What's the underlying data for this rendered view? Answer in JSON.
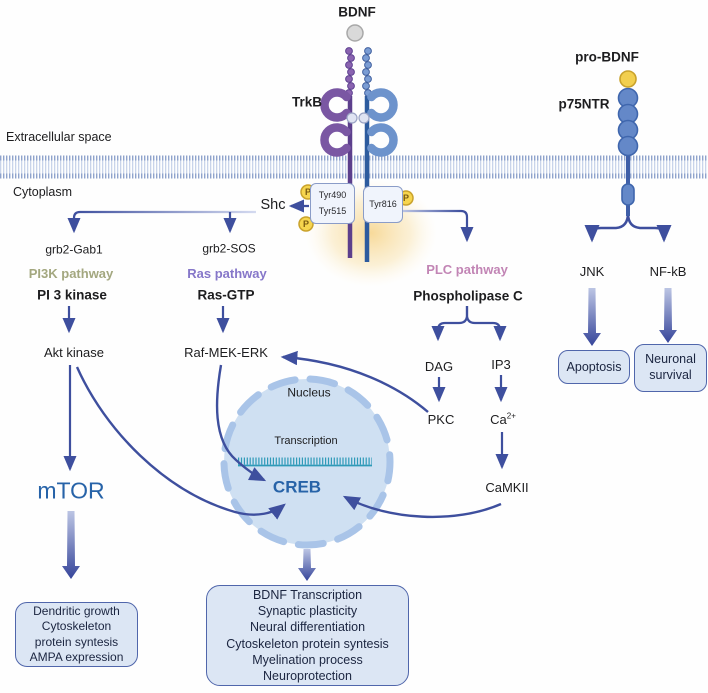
{
  "labels": {
    "bdnf": "BDNF",
    "trkb": "TrkB",
    "pro_bdnf": "pro-BDNF",
    "p75ntr": "p75NTR",
    "extracellular": "Extracellular space",
    "cytoplasm": "Cytoplasm",
    "shc": "Shc",
    "phospho": "P",
    "tyr490": "Tyr490",
    "tyr515": "Tyr515",
    "tyr816": "Tyr816",
    "grb2_gab1": "grb2-Gab1",
    "grb2_sos": "grb2-SOS",
    "pi3k_pathway": "PI3K pathway",
    "ras_pathway": "Ras pathway",
    "plc_pathway": "PLC pathway",
    "pi3_kinase": "PI 3 kinase",
    "ras_gtp": "Ras-GTP",
    "phospholipase_c": "Phospholipase C",
    "akt_kinase": "Akt kinase",
    "raf_mek_erk": "Raf-MEK-ERK",
    "dag": "DAG",
    "ip3": "IP3",
    "pkc": "PKC",
    "ca_base": "Ca",
    "ca_sup": "2+",
    "camkii": "CaMKII",
    "jnk": "JNK",
    "nfkb": "NF-kB",
    "nucleus": "Nucleus",
    "transcription": "Transcription",
    "creb": "CREB",
    "mtor": "mTOR"
  },
  "boxes": {
    "apoptosis": {
      "lines": [
        "Apoptosis"
      ]
    },
    "neuronal_survival": {
      "lines": [
        "Neuronal",
        "survival"
      ]
    },
    "mtor_outcomes": {
      "lines": [
        "Dendritic growth",
        "Cytoskeleton",
        "protein syntesis",
        "AMPA expression"
      ]
    },
    "creb_outcomes": {
      "lines": [
        "BDNF Transcription",
        "Synaptic plasticity",
        "Neural differentiation",
        "Cytoskeleton protein syntesis",
        "Myelination process",
        "Neuroprotection"
      ]
    }
  },
  "colors": {
    "arrow": "#3e4f9e",
    "pathway_pi3k": "#a3a77f",
    "pathway_ras": "#8677c9",
    "pathway_plc": "#c285b5",
    "creb_mtor": "#2763a8",
    "trkb_purple": "#7a57a3",
    "trkb_blue": "#6d93cc",
    "p75_blue": "#6488c8",
    "phospho_yellow": "#f2cf4e",
    "box_fill": "#dce6f4",
    "box_border": "#5066ab",
    "nucleus_fill": "#cfe0f2",
    "dna_teal": "#2f9ab8"
  }
}
